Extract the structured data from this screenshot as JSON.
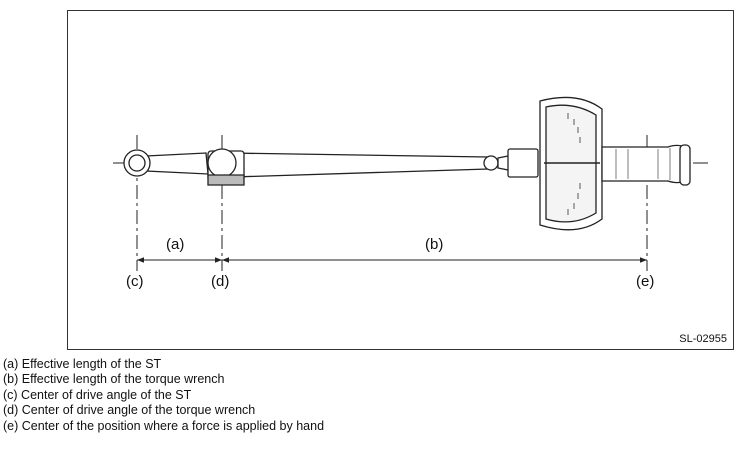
{
  "figure": {
    "dimension_labels": {
      "a": "(a)",
      "b": "(b)",
      "c": "(c)",
      "d": "(d)",
      "e": "(e)"
    },
    "code": "SL-02955"
  },
  "legend": [
    "(a) Effective length of the ST",
    "(b) Effective length of the torque wrench",
    "(c) Center of drive angle of the ST",
    "(d) Center of drive angle of the torque wrench",
    "(e) Center of the position where a force is applied by hand"
  ]
}
